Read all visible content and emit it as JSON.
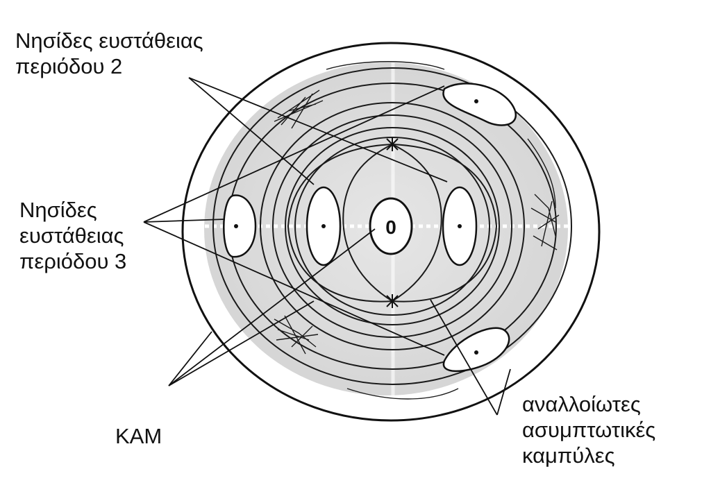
{
  "labels": {
    "period2": [
      "Νησίδες ευστάθειας",
      "περιόδου 2"
    ],
    "period3": [
      "Νησίδες",
      "ευστάθειας",
      "περιόδου 3"
    ],
    "kam": "KAM",
    "invariant": [
      "αναλλοίωτες",
      "ασυμπτωτικές",
      "καμπύλες"
    ],
    "center_mark": "0"
  },
  "colors": {
    "ink": "#111111",
    "shade": "#cfcfcf",
    "line": "#1a1a1a"
  }
}
